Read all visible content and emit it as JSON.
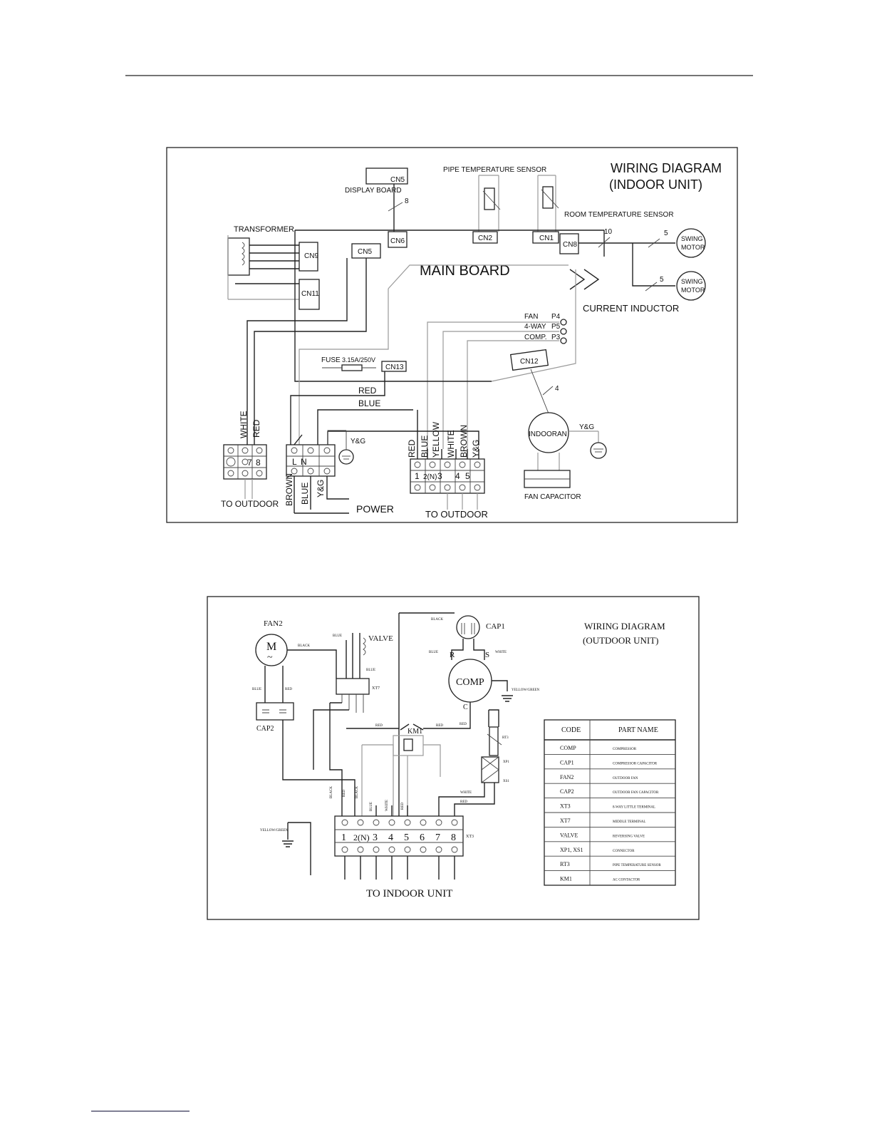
{
  "indoor": {
    "title": "WIRING DIAGRAM",
    "subtitle": "(INDOOR UNIT)",
    "display_board": "DISPLAY BOARD",
    "cn5_top": "CN5",
    "pipe_sensor": "PIPE TEMPERATURE SENSOR",
    "room_sensor": "ROOM TEMPERATURE SENSOR",
    "transformer": "TRANSFORMER",
    "main_board": "MAIN BOARD",
    "cn9": "CN9",
    "cn5": "CN5",
    "cn6": "CN6",
    "cn2": "CN2",
    "cn1": "CN1",
    "cn8": "CN8",
    "cn11": "CN11",
    "cn13": "CN13",
    "cn12": "CN12",
    "wire_8": "8",
    "wire_10": "10",
    "wire_5a": "5",
    "wire_5b": "5",
    "wire_4": "4",
    "swing_motor_1": [
      "SWING",
      "MOTOR"
    ],
    "swing_motor_2": [
      "SWING",
      "MOTOR"
    ],
    "current_inductor": "CURRENT INDUCTOR",
    "fan_label": "FAN",
    "fan_pin": "P4",
    "way_label": "4-WAY",
    "way_pin": "P5",
    "comp_label": "COMP.",
    "comp_pin": "P3",
    "fuse": "FUSE",
    "fuse_rating": "3.15A/250V",
    "red": "RED",
    "blue": "BLUE",
    "white_v": "WHITE",
    "red_v": "RED",
    "yg_small": "Y&G",
    "term_7": "7",
    "term_8": "8",
    "term_l": "L",
    "term_n": "N",
    "to_outdoor_left": "TO OUTDOOR",
    "brown_v": "BROWN",
    "blue_v": "BLUE",
    "yg_v": "Y&G",
    "power": "POWER",
    "right_wires": [
      "RED",
      "BLUE",
      "YELLOW",
      "WHITE",
      "BROWN",
      "Y&G"
    ],
    "right_terms": [
      "1",
      "2(N)",
      "3",
      "4",
      "5"
    ],
    "to_outdoor_right": "TO OUTDOOR",
    "indoor_fan": "INDOORAN",
    "yg_fan": "Y&G",
    "fan_capacitor": "FAN CAPACITOR"
  },
  "outdoor": {
    "title": "WIRING DIAGRAM",
    "subtitle": "(OUTDOOR UNIT)",
    "fan2": "FAN2",
    "motor_m": "M",
    "motor_tilde": "~",
    "black1": "BLACK",
    "blue1": "BLUE",
    "red1": "RED",
    "cap2": "CAP2",
    "valve": "VALVE",
    "blue_valve": "BLUE",
    "blue_valve2": "BLUE",
    "xt7": "XT7",
    "black_cap": "BLACK",
    "cap1": "CAP1",
    "comp": "COMP",
    "comp_r": "R",
    "comp_s": "S",
    "comp_c": "C",
    "blue_r": "BLUE",
    "white_s": "WHITE",
    "yellow_green_comp": "YELLOW/GREEN",
    "km1": "KM1",
    "red_km1": "RED",
    "red_km2": "RED",
    "red_comp": "RED",
    "rt3": "RT3",
    "xp1": "XP1",
    "xs1": "XS1",
    "white_term": "WHITE",
    "red_term": "RED",
    "vert_labels": [
      "BLACK",
      "RED",
      "BLACK",
      "BLUE",
      "WHITE",
      "RED"
    ],
    "terminals": [
      "1",
      "2(N)",
      "3",
      "4",
      "5",
      "6",
      "7",
      "8"
    ],
    "xt3": "XT3",
    "yellow_green_ground": "YELLOW/GREEN",
    "to_indoor": "TO  INDOOR  UNIT",
    "table": {
      "headers": [
        "CODE",
        "PART NAME"
      ],
      "rows": [
        [
          "COMP",
          "COMPRESSOR"
        ],
        [
          "CAP1",
          "COMPRESSOR CAPACITOR"
        ],
        [
          "FAN2",
          "OUTDOOR FAN"
        ],
        [
          "CAP2",
          "OUTDOOR FAN CAPACITOR"
        ],
        [
          "XT3",
          "8-WAY LITTLE TERMINAL"
        ],
        [
          "XT7",
          "MIDDLE TERMINAL"
        ],
        [
          "VALVE",
          "REVERSING VALVE"
        ],
        [
          "XP1, XS1",
          "CONNECTOR"
        ],
        [
          "RT3",
          "PIPE TEMPERATURE SENSOR"
        ],
        [
          "KM1",
          "AC CONTACTOR"
        ]
      ]
    }
  }
}
